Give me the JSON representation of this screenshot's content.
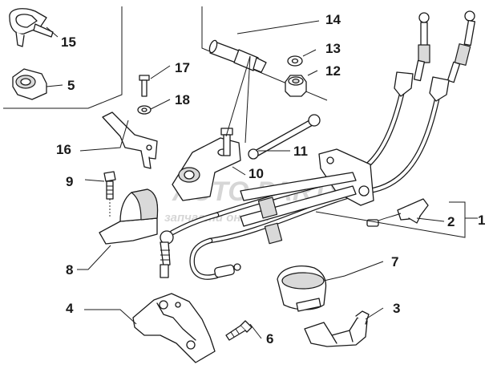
{
  "diagram": {
    "labels": {
      "l1": "1",
      "l2": "2",
      "l3": "3",
      "l4": "4",
      "l5": "5",
      "l6": "6",
      "l7": "7",
      "l8": "8",
      "l9": "9",
      "l10": "10",
      "l11": "11",
      "l12": "12",
      "l13": "13",
      "l14": "14",
      "l15": "15",
      "l16": "16",
      "l17": "17",
      "l18": "18"
    },
    "watermark": {
      "brand": "AUTO PARTS",
      "tagline": "запчасти онлайн"
    }
  }
}
